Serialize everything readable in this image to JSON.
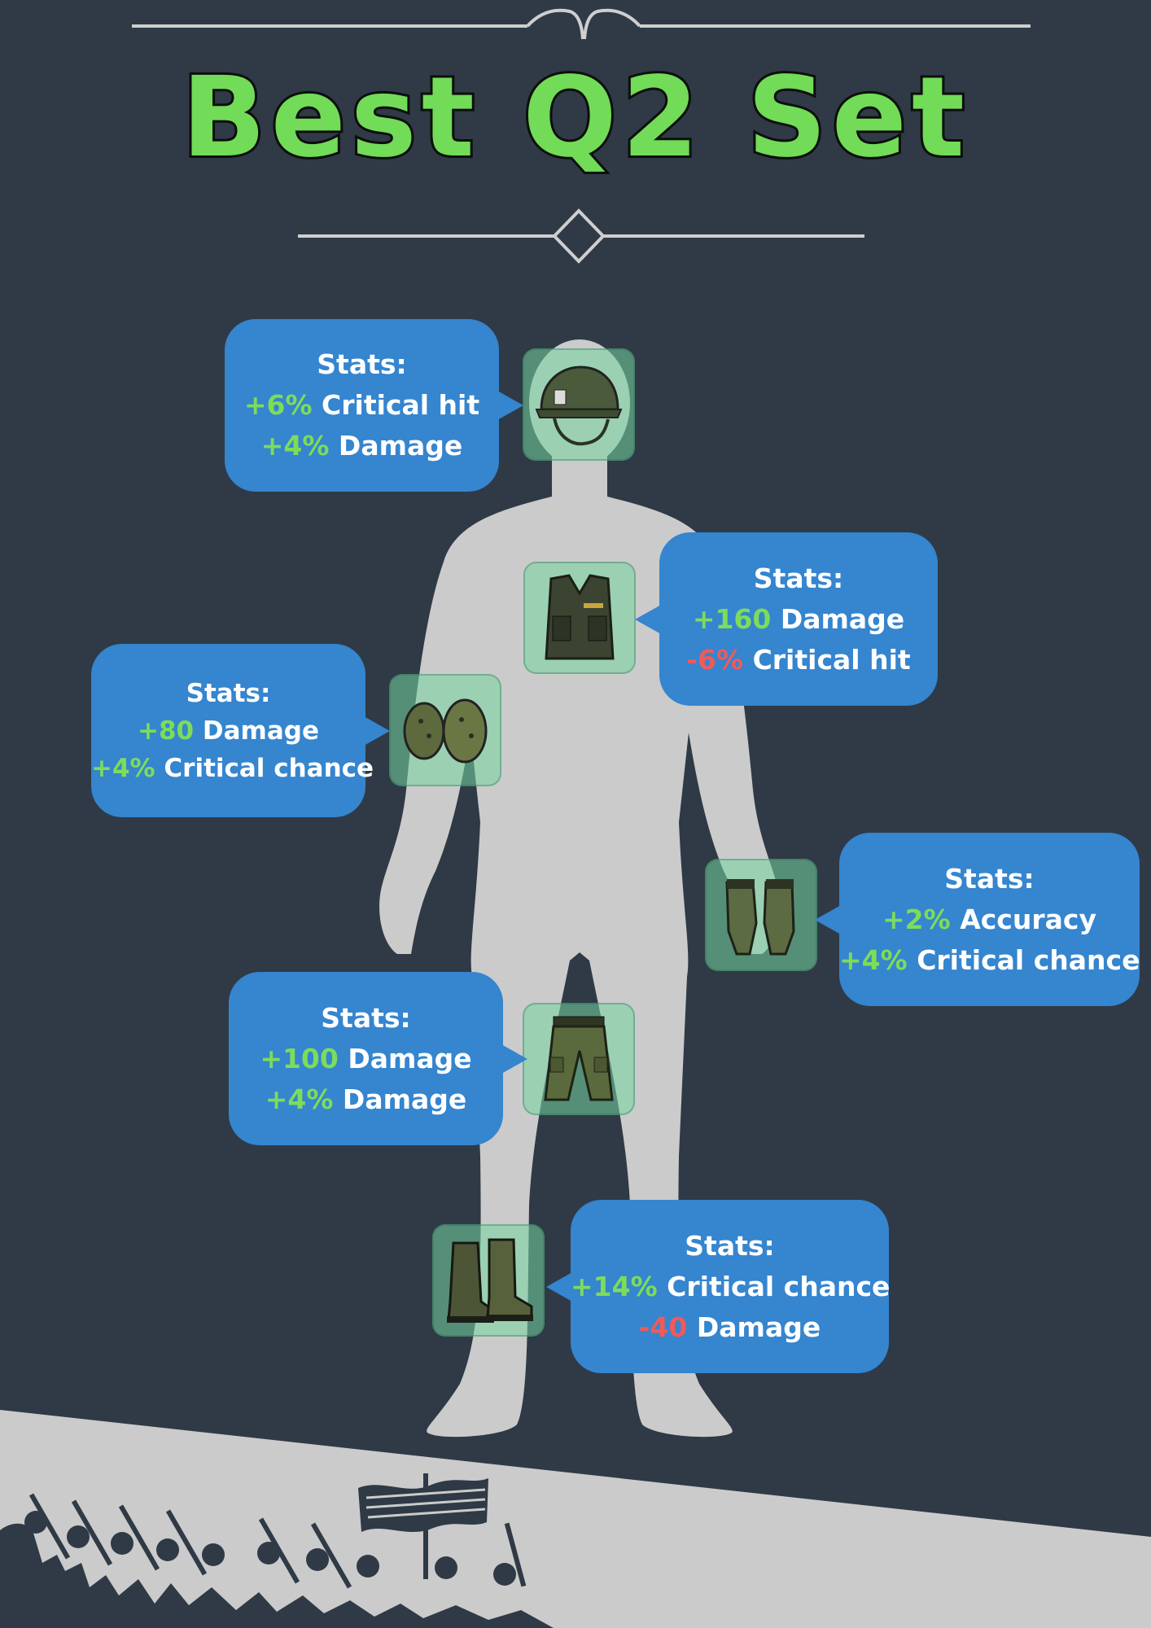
{
  "title": "Best Q2 Set",
  "colors": {
    "background": "#2f3a46",
    "title_fill": "#72db57",
    "card": "#3585cf",
    "positive": "#7ddc59",
    "negative": "#ef5a5a",
    "silhouette": "#cbcbcb",
    "tile": "#74d6a0"
  },
  "items": [
    {
      "icon": "helmet-icon",
      "heading": "Stats:",
      "stats": [
        {
          "value": "+6%",
          "label": "Critical hit",
          "tone": "positive"
        },
        {
          "value": "+4%",
          "label": "Damage",
          "tone": "positive"
        }
      ]
    },
    {
      "icon": "vest-icon",
      "heading": "Stats:",
      "stats": [
        {
          "value": "+160",
          "label": "Damage",
          "tone": "positive"
        },
        {
          "value": "-6%",
          "label": "Critical hit",
          "tone": "negative"
        }
      ]
    },
    {
      "icon": "kneepads-icon",
      "heading": "Stats:",
      "stats": [
        {
          "value": "+80",
          "label": "Damage",
          "tone": "positive"
        },
        {
          "value": "+4%",
          "label": "Critical chance",
          "tone": "positive"
        }
      ]
    },
    {
      "icon": "gloves-icon",
      "heading": "Stats:",
      "stats": [
        {
          "value": "+2%",
          "label": "Accuracy",
          "tone": "positive"
        },
        {
          "value": "+4%",
          "label": "Critical chance",
          "tone": "positive"
        }
      ]
    },
    {
      "icon": "pants-icon",
      "heading": "Stats:",
      "stats": [
        {
          "value": "+100",
          "label": "Damage",
          "tone": "positive"
        },
        {
          "value": "+4%",
          "label": "Damage",
          "tone": "positive"
        }
      ]
    },
    {
      "icon": "boots-icon",
      "heading": "Stats:",
      "stats": [
        {
          "value": "+14%",
          "label": "Critical chance",
          "tone": "positive"
        },
        {
          "value": "-40",
          "label": "Damage",
          "tone": "negative"
        }
      ]
    }
  ]
}
